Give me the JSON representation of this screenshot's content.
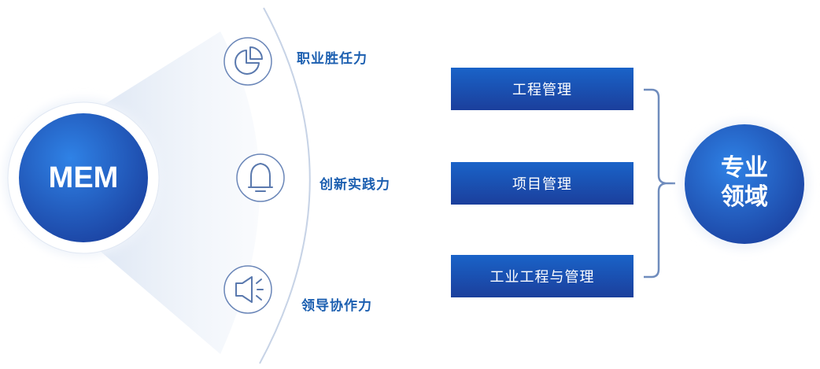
{
  "center": {
    "label": "MEM"
  },
  "abilities": [
    {
      "label": "职业胜任力",
      "icon": "pie-chart-icon"
    },
    {
      "label": "创新实践力",
      "icon": "bell-icon"
    },
    {
      "label": "领导协作力",
      "icon": "megaphone-icon"
    }
  ],
  "fields": [
    {
      "label": "工程管理"
    },
    {
      "label": "项目管理"
    },
    {
      "label": "工业工程与管理"
    }
  ],
  "domain": {
    "line1": "专业",
    "line2": "领域"
  },
  "colors": {
    "primary": "#1b4fb0",
    "label": "#1c5fb0",
    "outline": "#6a86b8"
  }
}
